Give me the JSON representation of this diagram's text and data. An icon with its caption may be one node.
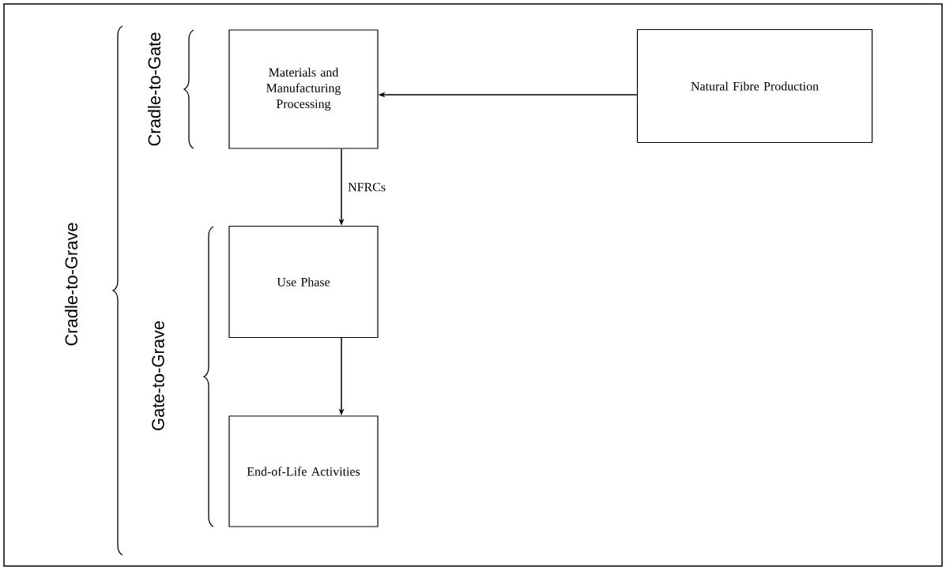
{
  "diagram": {
    "nodes": [
      {
        "text": [
          "Materials and Manufacturing Processing"
        ]
      },
      {
        "text": [
          "Natural Fibre Production"
        ]
      },
      {
        "text": [
          "Use Phase"
        ]
      },
      {
        "text": [
          "End-of-Life Activities"
        ]
      }
    ],
    "edges": [
      {
        "from": 1,
        "to": 0,
        "arrow": "to"
      },
      {
        "from": 0,
        "to": 2,
        "arrow": "to",
        "label": "NFRCs"
      },
      {
        "from": 2,
        "to": 3,
        "arrow": "to"
      }
    ],
    "labels": [
      "Cradle-to-Gate",
      "Cradle-to-Grave",
      "Gate-to-Grave"
    ]
  }
}
